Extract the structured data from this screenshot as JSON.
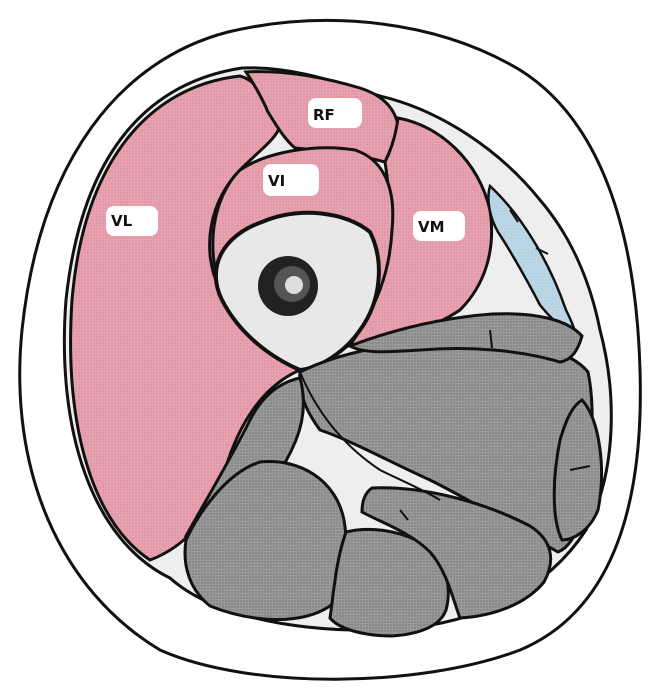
{
  "labels": {
    "rf": "RF",
    "vi": "VI",
    "vl": "VL",
    "vm": "VM"
  },
  "colors": {
    "background": "#ffffff",
    "outline": "#111111",
    "quadriceps": "#e7a3b0",
    "fascia": "#eeeeee",
    "posterior_muscles": "#9a9a9a",
    "sartorius": "#bcd8e6",
    "bone": "#e8e8e8",
    "marrow": "#222222"
  }
}
